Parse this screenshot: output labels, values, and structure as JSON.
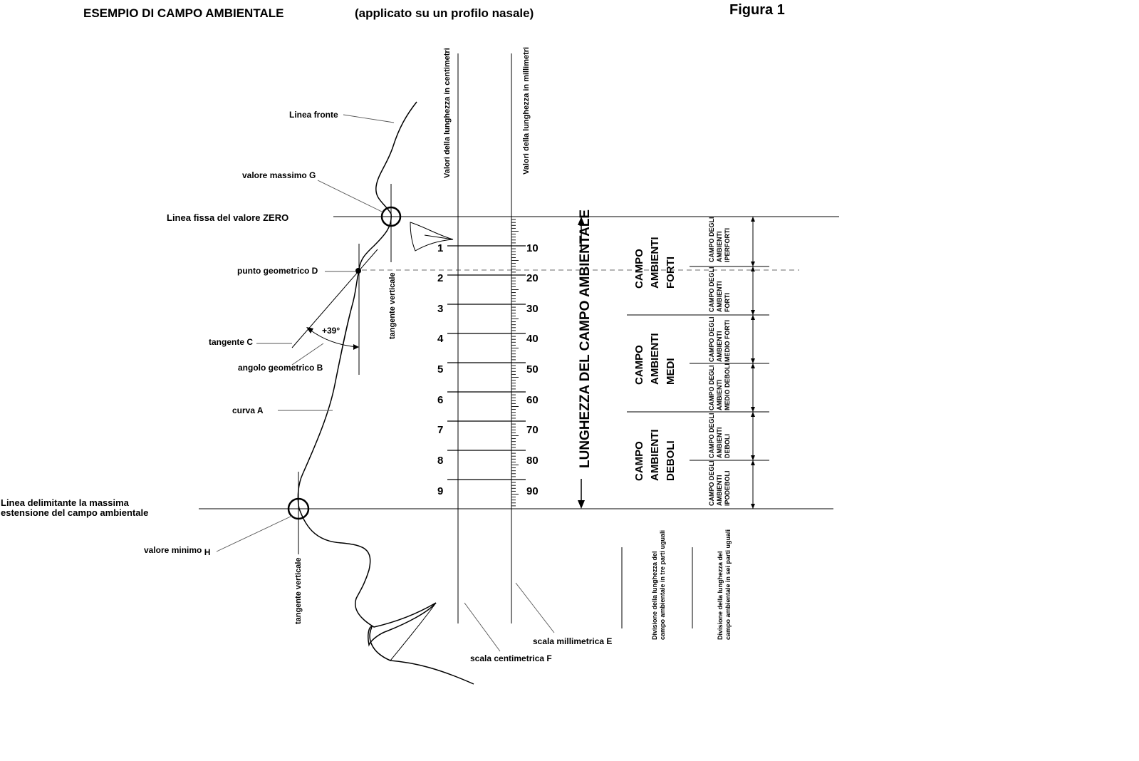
{
  "header": {
    "title": "ESEMPIO DI CAMPO AMBIENTALE",
    "subtitle": "(applicato su un profilo nasale)",
    "figure_label": "Figura 1"
  },
  "labels": {
    "linea_fronte": "Linea fronte",
    "valore_massimo": "valore massimo G",
    "linea_zero": "Linea fissa del valore ZERO",
    "punto_geometrico": "punto geometrico D",
    "tangente_c": "tangente C",
    "angolo_geometrico": "angolo geometrico B",
    "angle_value": "+39°",
    "curva": "curva  A",
    "tangente_verticale_top": "tangente verticale",
    "tangente_verticale_bottom": "tangente verticale",
    "linea_delimitante_1": "Linea    delimitante    la    massima",
    "linea_delimitante_2": "estensione del campo ambientale",
    "valore_minimo": "valore minimo",
    "valore_minimo_h": "H",
    "scala_centimetrica": "scala centimetrica   F",
    "scala_millimetrica": "scala millimetrica   E",
    "valori_cm": "Valori della lunghezza in centimetri",
    "valori_mm": "Valori della lunghezza in millimetri",
    "lunghezza": "LUNGHEZZA DEL CAMPO AMBIENTALE"
  },
  "scale_cm": [
    "1",
    "2",
    "3",
    "4",
    "5",
    "6",
    "7",
    "8",
    "9"
  ],
  "scale_mm": [
    "10",
    "20",
    "30",
    "40",
    "50",
    "60",
    "70",
    "80",
    "90"
  ],
  "three_parts": [
    {
      "lines": [
        "CAMPO",
        "AMBIENTI",
        "FORTI"
      ]
    },
    {
      "lines": [
        "CAMPO",
        "AMBIENTI",
        "MEDI"
      ]
    },
    {
      "lines": [
        "CAMPO",
        "AMBIENTI",
        "DEBOLI"
      ]
    }
  ],
  "six_parts": [
    {
      "lines": [
        "CAMPO DEGLI",
        "AMBIENTI",
        "IPERFORTI"
      ]
    },
    {
      "lines": [
        "CAMPO DEGLI",
        "AMBIENTI",
        "FORTI"
      ]
    },
    {
      "lines": [
        "CAMPO DEGLI",
        "AMBIENTI",
        "MEDIO FORTI"
      ]
    },
    {
      "lines": [
        "CAMPO DEGLI",
        "AMBIENTI",
        "MEDIO DEBOLI"
      ]
    },
    {
      "lines": [
        "CAMPO DEGLI",
        "AMBIENTI",
        "DEBOLI"
      ]
    },
    {
      "lines": [
        "CAMPO DEGLI",
        "AMBIENTI",
        "IPODEBOLI"
      ]
    }
  ],
  "division": {
    "three_line1": "Divisione    della     lunghezza     del",
    "three_line2": "campo ambientale in tre parti uguali",
    "six_line1": "Divisione    della     lunghezza     del",
    "six_line2": "campo ambientale in sei parti uguali"
  }
}
